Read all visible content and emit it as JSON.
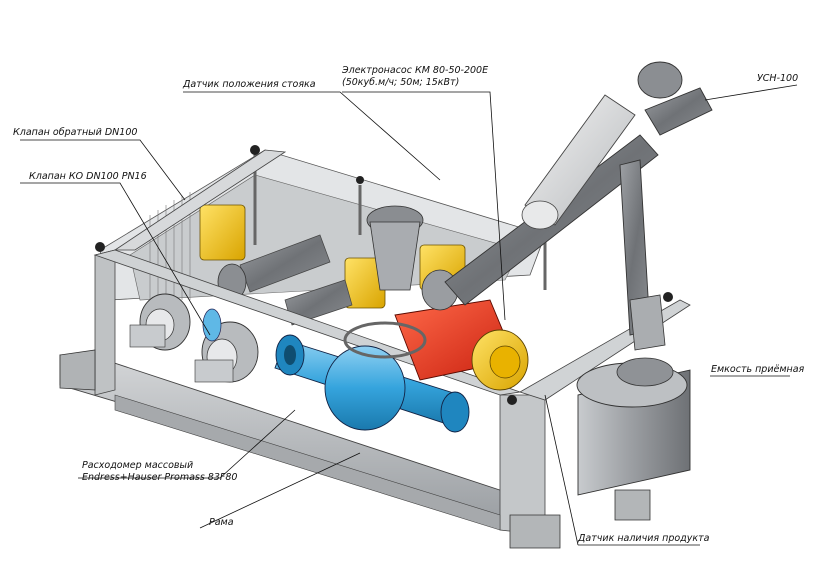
{
  "labels": {
    "stand_position_sensor": "Датчик положения стояка",
    "electric_pump_line1": "Электронасос КМ 80-50-200Е",
    "electric_pump_line2": "(50куб.м/ч; 50м; 15кВт)",
    "usn": "УСН-100",
    "check_valve": "Клапан обратный DN100",
    "ko_valve": "Клапан КО DN100 PN16",
    "receiving_tank": "Емкость приёмная",
    "mass_flowmeter_line1": "Расходомер массовый",
    "mass_flowmeter_line2": "Endress+Hauser Promass 83F80",
    "frame": "Рама",
    "product_presence_sensor": "Датчик наличия продукта"
  },
  "colors": {
    "frame": "#b9bcbf",
    "frame_dark": "#8d9194",
    "pump_red": "#e8321c",
    "flowmeter_blue": "#35a4dd",
    "valve_yellow": "#f0c419",
    "pipe_grey": "#7d8084",
    "tank_grey": "#a9acaf"
  }
}
